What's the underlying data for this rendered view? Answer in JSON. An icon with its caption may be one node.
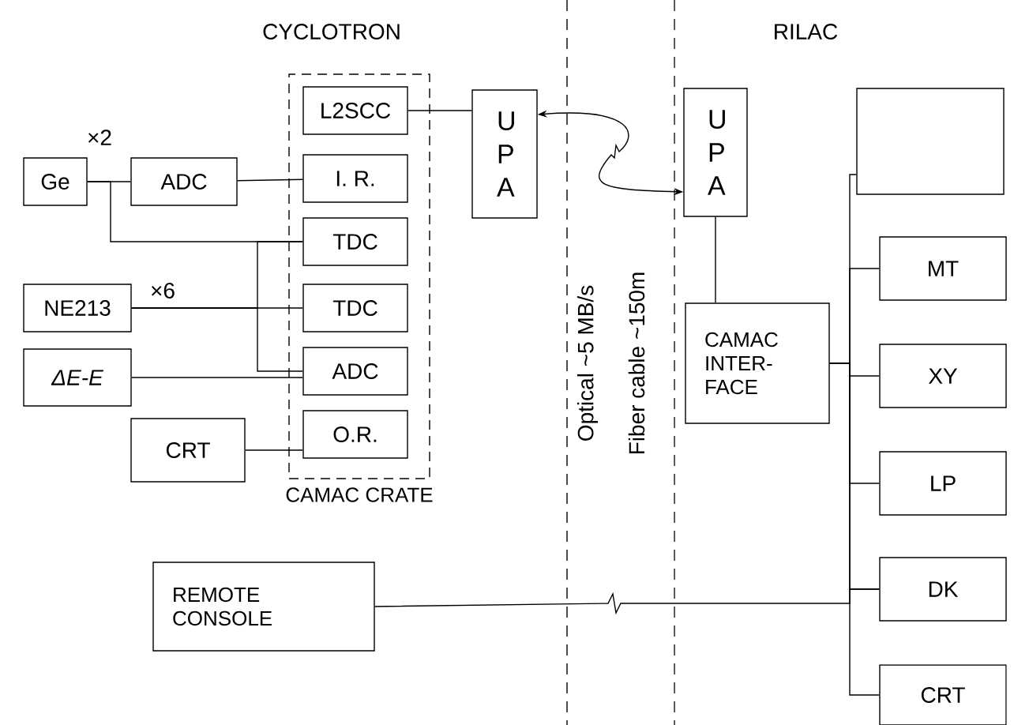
{
  "diagram": {
    "nodes": [
      {
        "text": [
          "CAMAC CRATE"
        ]
      },
      {
        "text": [
          "L2SCC"
        ],
        "in": 0
      },
      {
        "text": [
          "I. R."
        ],
        "in": 0
      },
      {
        "text": [
          "TDC"
        ],
        "in": 0
      },
      {
        "text": [
          "TDC"
        ],
        "in": 0
      },
      {
        "text": [
          "ADC"
        ],
        "in": 0
      },
      {
        "text": [
          "O.R."
        ],
        "in": 0
      },
      {
        "text": [
          "Ge"
        ],
        "beside": [
          "×2"
        ]
      },
      {
        "text": [
          "ADC"
        ]
      },
      {
        "text": [
          "NE213"
        ],
        "beside": [
          "×6"
        ]
      },
      {
        "text": [
          "ΔE-E"
        ]
      },
      {
        "text": [
          "CRT"
        ]
      },
      {
        "text": [
          "U P A"
        ]
      },
      {
        "text": [
          "U P A"
        ]
      },
      {
        "text": [],
        "shape": "box"
      },
      {
        "text": [
          "CAMAC INTER- FACE"
        ]
      },
      {
        "text": [
          "MT"
        ]
      },
      {
        "text": [
          "XY"
        ]
      },
      {
        "text": [
          "LP"
        ]
      },
      {
        "text": [
          "DK"
        ]
      },
      {
        "text": [
          "CRT"
        ]
      },
      {
        "text": [
          "REMOTE CONSOLE"
        ]
      }
    ],
    "edges": [
      {
        "from": 1,
        "to": 12,
        "arrow": "none"
      },
      {
        "from": 7,
        "to": 8,
        "arrow": "none"
      },
      {
        "from": 8,
        "to": 2,
        "arrow": "none"
      },
      {
        "from": 7,
        "to": 3,
        "arrow": "none"
      },
      {
        "from": 9,
        "to": 3,
        "arrow": "none"
      },
      {
        "from": 9,
        "to": 4,
        "arrow": "none"
      },
      {
        "from": 9,
        "to": 5,
        "arrow": "none"
      },
      {
        "from": 10,
        "to": 5,
        "arrow": "none"
      },
      {
        "from": 11,
        "to": 6,
        "arrow": "none"
      },
      {
        "from": 12,
        "to": 13,
        "arrow": "both"
      },
      {
        "from": 13,
        "to": 15,
        "arrow": "none"
      },
      {
        "from": 15,
        "to": 14,
        "arrow": "none"
      },
      {
        "from": 15,
        "to": 16,
        "arrow": "none"
      },
      {
        "from": 15,
        "to": 17,
        "arrow": "none"
      },
      {
        "from": 15,
        "to": 18,
        "arrow": "none"
      },
      {
        "from": 15,
        "to": 19,
        "arrow": "none"
      },
      {
        "from": 15,
        "to": 20,
        "arrow": "none"
      },
      {
        "from": 21,
        "to": 19,
        "arrow": "none"
      }
    ],
    "labels": [
      "CYCLOTRON",
      "RILAC",
      "Optical ~5 MB/s",
      "Fiber cable ~150m"
    ]
  }
}
